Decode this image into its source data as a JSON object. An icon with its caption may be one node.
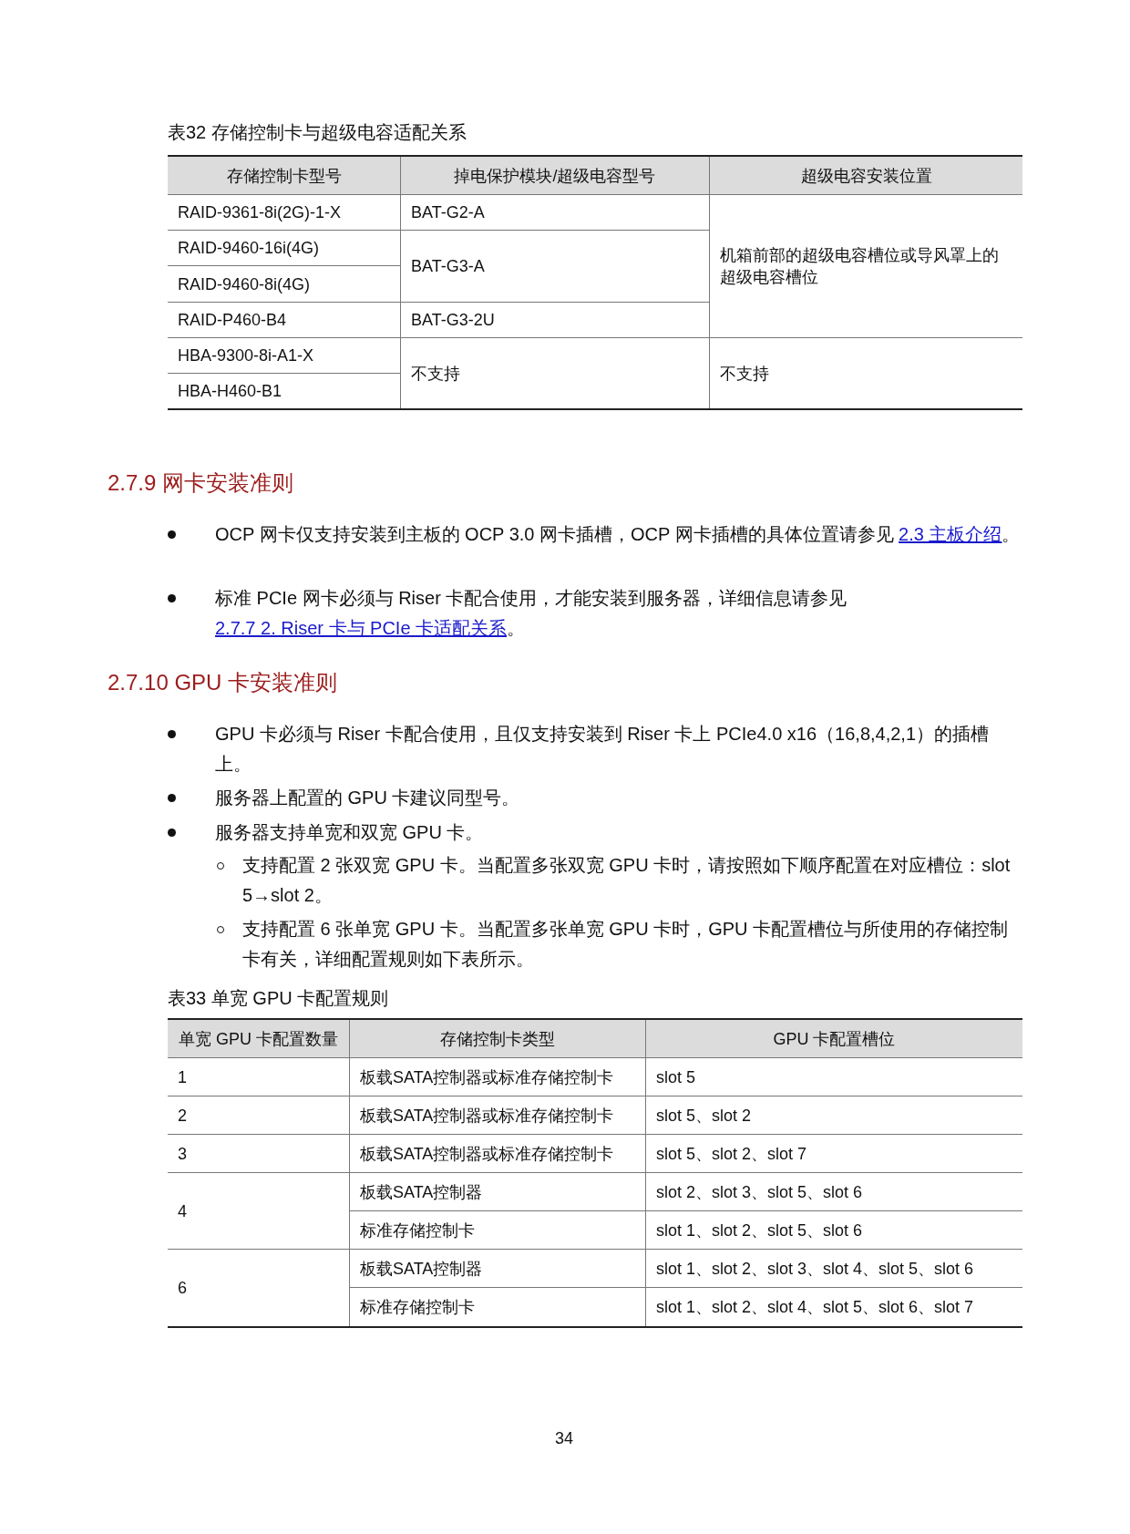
{
  "diagram": {
    "labels": [
      "表32  存储控制卡与超级电容适配关系",
      "存储控制卡型号",
      "掉电保护模块/超级电容型号",
      "超级电容安装位置",
      "RAID-9361-8i(2G)-1-X",
      "BAT-G2-A",
      "机箱前部的超级电容槽位或导风罩上的超级电容槽位",
      "RAID-9460-16i(4G)",
      "BAT-G3-A",
      "RAID-9460-8i(4G)",
      "RAID-P460-B4",
      "BAT-G3-2U",
      "HBA-9300-8i-A1-X",
      "不支持",
      "不支持",
      "HBA-H460-B1",
      "2.7.9  网卡安装准则",
      "OCP 网卡仅支持安装到主板的 OCP 3.0 网卡插槽，OCP 网卡插槽的具体位置请参见 ",
      "2.3 主板介绍",
      "。",
      "标准 PCIe 网卡必须与 Riser 卡配合使用，才能安装到服务器，详细信息请参见 ",
      "2.7.7  2. Riser 卡与 PCIe 卡适配关系",
      "。",
      "2.7.10  GPU 卡安装准则",
      "GPU 卡必须与 Riser 卡配合使用，且仅支持安装到 Riser 卡上 PCIe4.0 x16（16,8,4,2,1）的插槽上。",
      "服务器上配置的 GPU 卡建议同型号。",
      "服务器支持单宽和双宽 GPU 卡。",
      "支持配置 2 张双宽 GPU 卡。当配置多张双宽 GPU 卡时，请按照如下顺序配置在对应槽位：slot 5→slot 2。",
      "支持配置 6 张单宽 GPU 卡。当配置多张单宽 GPU 卡时，GPU 卡配置槽位与所使用的存储控制卡有关，详细配置规则如下表所示。",
      "表33  单宽 GPU 卡配置规则",
      "单宽 GPU 卡配置数量",
      "存储控制卡类型",
      "GPU 卡配置槽位",
      "1",
      "板载SATA控制器或标准存储控制卡",
      "slot 5",
      "2",
      "板载SATA控制器或标准存储控制卡",
      "slot 5、slot 2",
      "3",
      "板载SATA控制器或标准存储控制卡",
      "slot 5、slot 2、slot 7",
      "4",
      "板载SATA控制器",
      "slot 2、slot 3、slot 5、slot 6",
      "标准存储控制卡",
      "slot 1、slot 2、slot 5、slot 6",
      "6",
      "板载SATA控制器",
      "slot 1、slot 2、slot 3、slot 4、slot 5、slot 6",
      "标准存储控制卡",
      "slot 1、slot 2、slot 4、slot 5、slot 6、slot 7",
      "34"
    ]
  }
}
